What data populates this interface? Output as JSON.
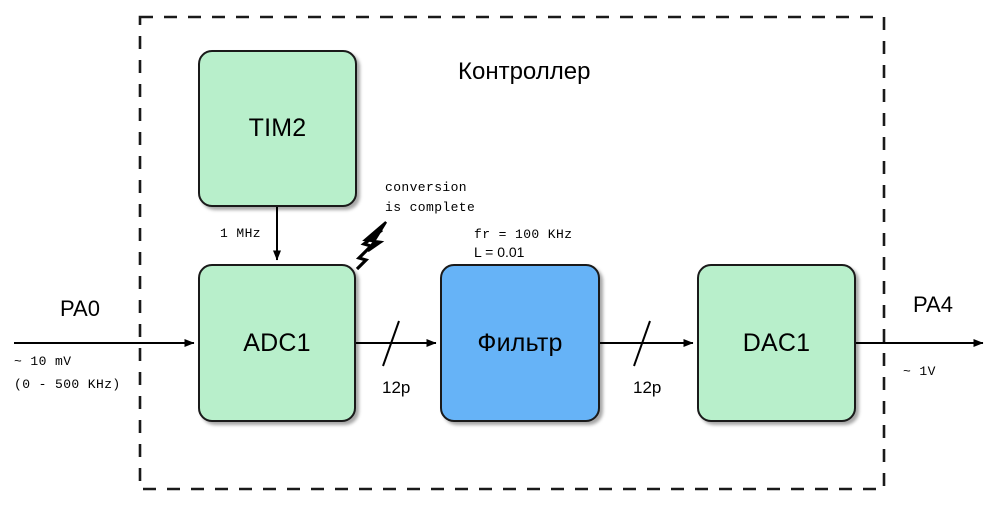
{
  "diagram": {
    "title": "Контроллер",
    "colors": {
      "node_green": "#b8efcb",
      "node_blue": "#66b3f7",
      "stroke": "#1a1a1a",
      "background": "#ffffff"
    },
    "boundary": {
      "name": "controller-boundary",
      "style": "dashed"
    }
  },
  "nodes": [
    {
      "id": "tim2",
      "label": "TIM2",
      "fill": "green"
    },
    {
      "id": "adc1",
      "label": "ADC1",
      "fill": "green"
    },
    {
      "id": "filter",
      "label": "Фильтр",
      "fill": "blue"
    },
    {
      "id": "dac1",
      "label": "DAC1",
      "fill": "green"
    }
  ],
  "labels": {
    "input_port": "PA0",
    "input_amplitude": "~ 10 mV",
    "input_bandwidth": "(0 - 500 KHz)",
    "output_port": "PA4",
    "output_amplitude": "~ 1V",
    "clock": "1 MHz",
    "interrupt_line1": "conversion",
    "interrupt_line2": "is complete",
    "filter_fr": "fr = 100 KHz",
    "filter_l": "L = 0.01",
    "bus_width_adc_to_filter": "12p",
    "bus_width_filter_to_dac": "12p"
  },
  "icons": {
    "interrupt": "lightning-bolt-arrow-icon",
    "bus_slash_1": "bus-width-slash-icon",
    "bus_slash_2": "bus-width-slash-icon"
  }
}
